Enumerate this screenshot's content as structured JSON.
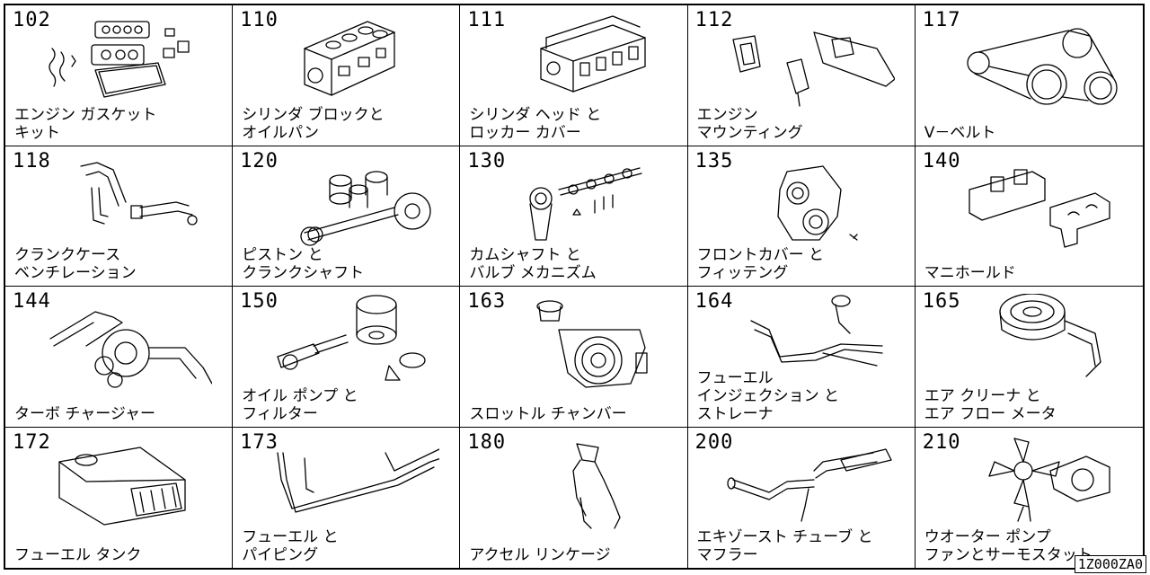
{
  "reference_code": "1Z000ZA0",
  "cells": [
    {
      "code": "102",
      "lines": [
        "エンジン ガスケット",
        "キット"
      ],
      "icon": "gasket-kit-icon"
    },
    {
      "code": "110",
      "lines": [
        "シリンダ ブロックと",
        "オイルパン"
      ],
      "icon": "cylinder-block-icon"
    },
    {
      "code": "111",
      "lines": [
        "シリンダ ヘッド と",
        "ロッカー カバー"
      ],
      "icon": "cylinder-head-icon"
    },
    {
      "code": "112",
      "lines": [
        "エンジン",
        "マウンティング"
      ],
      "icon": "engine-mount-icon"
    },
    {
      "code": "117",
      "lines": [
        "V－ベルト"
      ],
      "icon": "v-belt-icon"
    },
    {
      "code": "118",
      "lines": [
        "クランクケース",
        "ベンチレーション"
      ],
      "icon": "crankcase-hose-icon"
    },
    {
      "code": "120",
      "lines": [
        "ピストン と",
        "クランクシャフト"
      ],
      "icon": "piston-crankshaft-icon"
    },
    {
      "code": "130",
      "lines": [
        "カムシャフト と",
        "バルブ メカニズム"
      ],
      "icon": "camshaft-icon"
    },
    {
      "code": "135",
      "lines": [
        "フロントカバー と",
        "フィッテング"
      ],
      "icon": "front-cover-icon"
    },
    {
      "code": "140",
      "lines": [
        "マニホールド"
      ],
      "icon": "manifold-icon"
    },
    {
      "code": "144",
      "lines": [
        "ターボ チャージャー"
      ],
      "icon": "turbocharger-icon"
    },
    {
      "code": "150",
      "lines": [
        "オイル ポンプ と",
        "フィルター"
      ],
      "icon": "oil-pump-filter-icon"
    },
    {
      "code": "163",
      "lines": [
        "スロットル チャンバー"
      ],
      "icon": "throttle-chamber-icon"
    },
    {
      "code": "164",
      "lines": [
        "フューエル",
        "インジェクション と",
        "ストレーナ"
      ],
      "icon": "fuel-injection-icon"
    },
    {
      "code": "165",
      "lines": [
        "エア クリーナ と",
        "エア フロー メータ"
      ],
      "icon": "air-cleaner-icon"
    },
    {
      "code": "172",
      "lines": [
        "フューエル タンク"
      ],
      "icon": "fuel-tank-icon"
    },
    {
      "code": "173",
      "lines": [
        "フューエル と",
        "パイピング"
      ],
      "icon": "fuel-piping-icon"
    },
    {
      "code": "180",
      "lines": [
        "アクセル リンケージ"
      ],
      "icon": "accelerator-linkage-icon"
    },
    {
      "code": "200",
      "lines": [
        "エキゾースト チューブ と",
        "マフラー"
      ],
      "icon": "exhaust-muffler-icon"
    },
    {
      "code": "210",
      "lines": [
        "ウオーター ポンプ",
        "ファンとサーモスタット"
      ],
      "icon": "water-pump-fan-icon"
    }
  ]
}
